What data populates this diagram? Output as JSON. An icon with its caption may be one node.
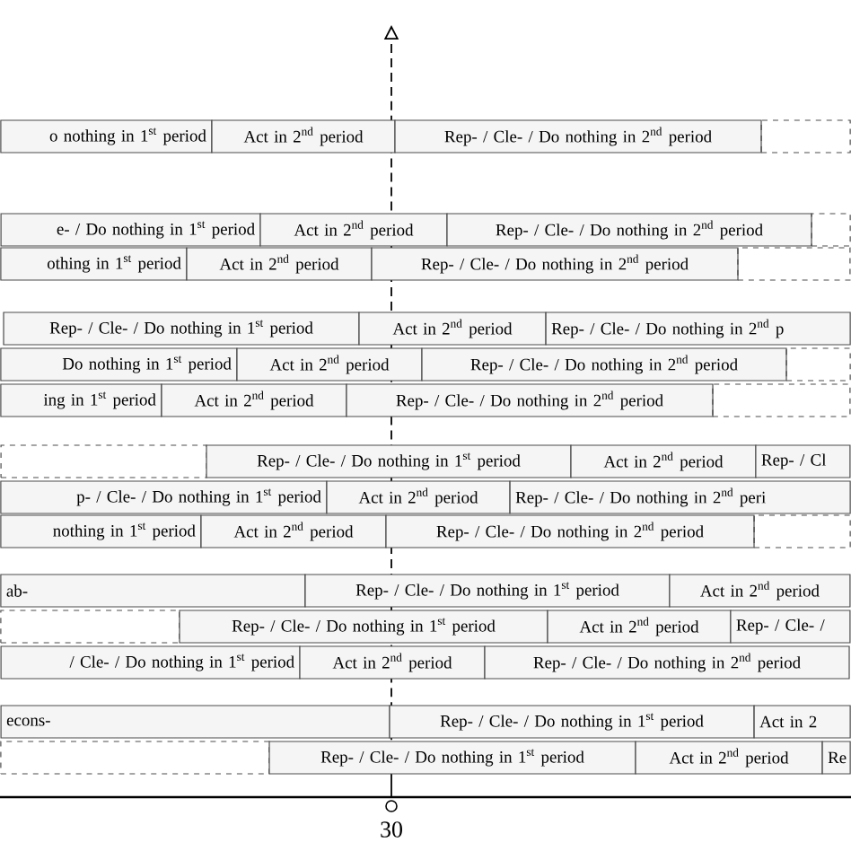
{
  "diagram": {
    "nodes": [
      {
        "text": [
          "o nothing in 1$^{st}$ period"
        ]
      },
      {
        "text": [
          "Act in 2$^{nd}$ period"
        ]
      },
      {
        "text": [
          "Rep- / Cle- / Do nothing in 2$^{nd}$ period"
        ]
      },
      {
        "text": [],
        "shape": "box"
      },
      {
        "text": [
          "e- / Do nothing in 1$^{st}$ period"
        ]
      },
      {
        "text": [
          "Act in 2$^{nd}$ period"
        ]
      },
      {
        "text": [
          "Rep- / Cle- / Do nothing in 2$^{nd}$ period"
        ]
      },
      {
        "text": [],
        "shape": "box"
      },
      {
        "text": [
          "othing in 1$^{st}$ period"
        ]
      },
      {
        "text": [
          "Act in 2$^{nd}$ period"
        ]
      },
      {
        "text": [
          "Rep- / Cle- / Do nothing in 2$^{nd}$ period"
        ]
      },
      {
        "text": [],
        "shape": "box"
      },
      {
        "text": [
          "Rep- / Cle- / Do nothing in 1$^{st}$ period"
        ]
      },
      {
        "text": [
          "Act in 2$^{nd}$ period"
        ]
      },
      {
        "text": [
          "Rep- / Cle- / Do nothing in 2$^{nd}$ p"
        ]
      },
      {
        "text": [
          "Do nothing in 1$^{st}$ period"
        ]
      },
      {
        "text": [
          "Act in 2$^{nd}$ period"
        ]
      },
      {
        "text": [
          "Rep- / Cle- / Do nothing in 2$^{nd}$ period"
        ]
      },
      {
        "text": [],
        "shape": "box"
      },
      {
        "text": [
          "ing in 1$^{st}$ period"
        ]
      },
      {
        "text": [
          "Act in 2$^{nd}$ period"
        ]
      },
      {
        "text": [
          "Rep- / Cle- / Do nothing in 2$^{nd}$ period"
        ]
      },
      {
        "text": [],
        "shape": "box"
      },
      {
        "text": [],
        "shape": "box"
      },
      {
        "text": [
          "Rep- / Cle- / Do nothing in 1$^{st}$ period"
        ]
      },
      {
        "text": [
          "Act in 2$^{nd}$ period"
        ]
      },
      {
        "text": [
          "Rep- / Cl"
        ]
      },
      {
        "text": [
          "p- / Cle- / Do nothing in 1$^{st}$ period"
        ]
      },
      {
        "text": [
          "Act in 2$^{nd}$ period"
        ]
      },
      {
        "text": [
          "Rep- / Cle- / Do nothing in 2$^{nd}$ peri"
        ]
      },
      {
        "text": [
          "nothing in 1$^{st}$ period"
        ]
      },
      {
        "text": [
          "Act in 2$^{nd}$ period"
        ]
      },
      {
        "text": [
          "Rep- / Cle- / Do nothing in 2$^{nd}$ period"
        ]
      },
      {
        "text": [],
        "shape": "box"
      },
      {
        "text": [
          "ab-"
        ]
      },
      {
        "text": [
          "Rep- / Cle- / Do nothing in 1$^{st}$ period"
        ]
      },
      {
        "text": [
          "Act in 2$^{nd}$ period"
        ]
      },
      {
        "text": [],
        "shape": "box"
      },
      {
        "text": [
          "Rep- / Cle- / Do nothing in 1$^{st}$ period"
        ]
      },
      {
        "text": [
          "Act in 2$^{nd}$ period"
        ]
      },
      {
        "text": [
          "Rep- / Cle- /"
        ]
      },
      {
        "text": [
          "/ Cle- / Do nothing in 1$^{st}$ period"
        ]
      },
      {
        "text": [
          "Act in 2$^{nd}$ period"
        ]
      },
      {
        "text": [
          "Rep- / Cle- / Do nothing in 2$^{nd}$ period"
        ]
      },
      {
        "text": [
          "econs-"
        ]
      },
      {
        "text": [
          "Rep- / Cle- / Do nothing in 1$^{st}$ period"
        ]
      },
      {
        "text": [
          "Act in 2"
        ]
      },
      {
        "text": [],
        "shape": "box"
      },
      {
        "text": [
          "Rep- / Cle- / Do nothing in 1$^{st}$ period"
        ]
      },
      {
        "text": [
          "Act in 2$^{nd}$ period"
        ]
      },
      {
        "text": [
          "Re"
        ]
      }
    ],
    "labels": [
      "30"
    ]
  }
}
